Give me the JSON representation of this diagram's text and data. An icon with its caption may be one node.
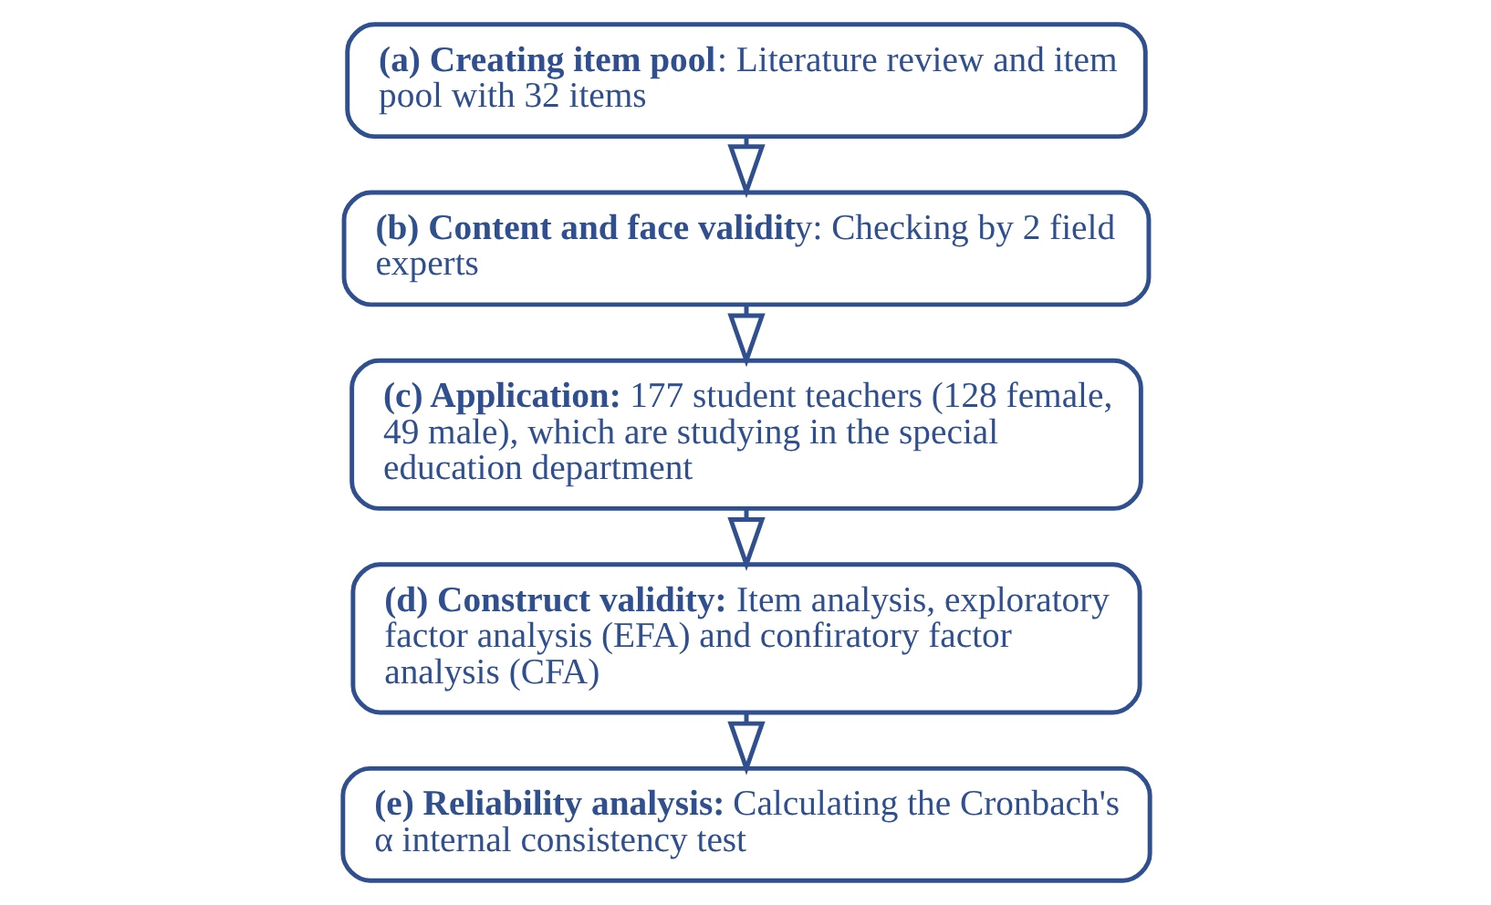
{
  "diagram": {
    "nodes": [
      {
        "text": [
          "**(a) Creating item pool**: Literature review and item pool with 32 items"
        ]
      },
      {
        "text": [
          "**(b) Content and face validit**y: Checking by 2 field experts"
        ]
      },
      {
        "text": [
          "**(c) Application:** 177 student teachers (128 female, 49 male), which are studying in the special education department"
        ]
      },
      {
        "text": [
          "**(d) Construct validity:** Item analysis, exploratory factor analysis (EFA) and confiratory factor analysis (CFA)"
        ]
      },
      {
        "text": [
          "**(e) Reliability analysis:** Calculating the Cronbach's α internal consistency test"
        ]
      }
    ],
    "edges": [
      {
        "from": 0,
        "to": 1,
        "arrow": "to"
      },
      {
        "from": 1,
        "to": 2,
        "arrow": "to"
      },
      {
        "from": 2,
        "to": 3,
        "arrow": "to"
      },
      {
        "from": 3,
        "to": 4,
        "arrow": "to"
      }
    ]
  }
}
